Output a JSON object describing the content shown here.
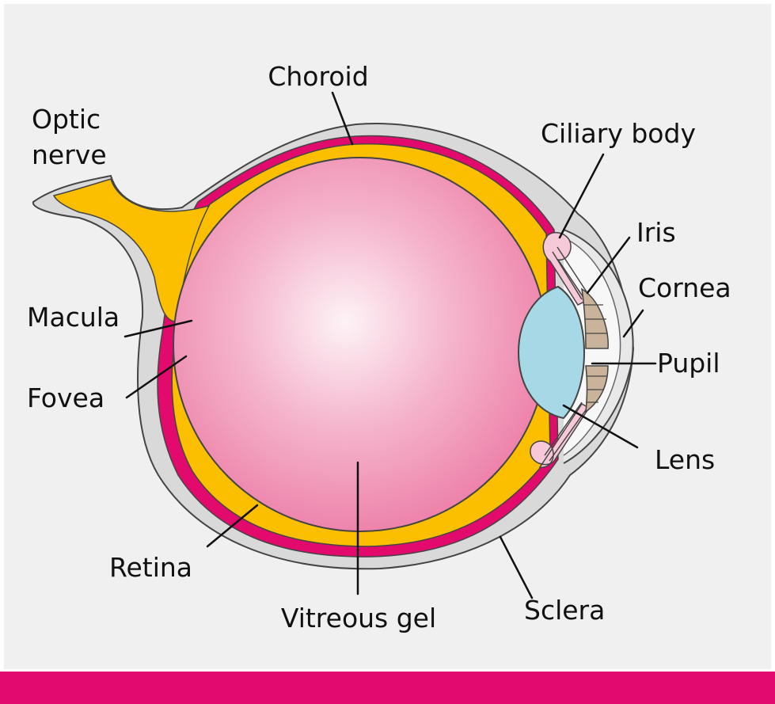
{
  "diagram": {
    "labels": {
      "choroid": "Choroid",
      "optic_nerve_line1": "Optic",
      "optic_nerve_line2": "nerve",
      "ciliary_body": "Ciliary body",
      "iris": "Iris",
      "cornea": "Cornea",
      "pupil": "Pupil",
      "lens": "Lens",
      "macula": "Macula",
      "fovea": "Fovea",
      "retina": "Retina",
      "vitreous_gel": "Vitreous gel",
      "sclera": "Sclera"
    },
    "colors": {
      "background": "#f0f0f0",
      "sclera": "#d9d9d9",
      "choroid": "#e20a6c",
      "retina": "#fcbf00",
      "vitreous_center": "#fdf0f5",
      "vitreous_edge": "#ec79a4",
      "lens": "#a6d8e6",
      "iris": "#c9b49b",
      "ciliary": "#f7c9d8",
      "accent_bar": "#e20a6c"
    }
  }
}
